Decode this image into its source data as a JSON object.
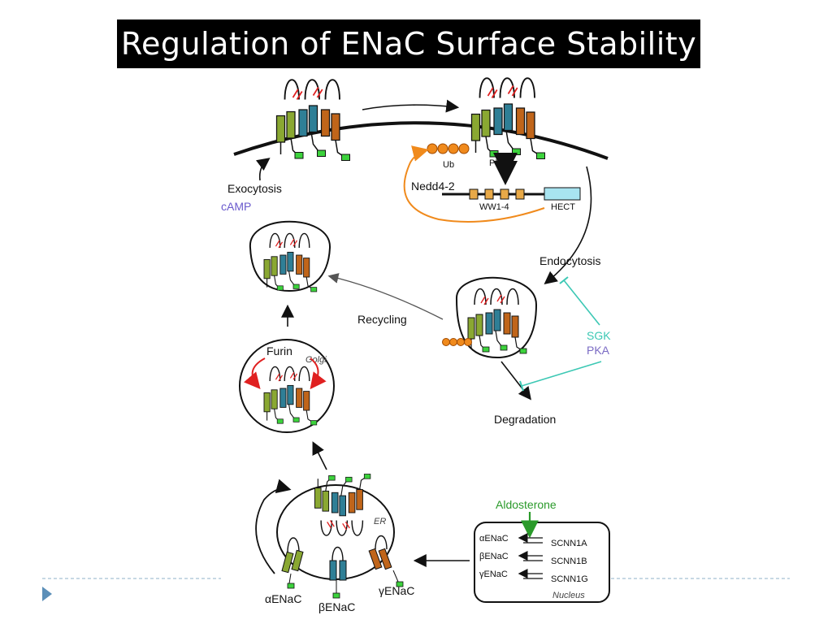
{
  "slide": {
    "title": "Regulation of ENaC Surface Stability"
  },
  "labels": {
    "exocytosis": "Exocytosis",
    "camp": "cAMP",
    "nedd4": "Nedd4-2",
    "ub": "Ub",
    "py": "PY",
    "ww": "WW1-4",
    "hect": "HECT",
    "endocytosis": "Endocytosis",
    "recycling": "Recycling",
    "sgk": "SGK",
    "pka": "PKA",
    "degradation": "Degradation",
    "furin": "Furin",
    "golgi": "Golgi",
    "er": "ER",
    "aldosterone": "Aldosterone",
    "nucleus": "Nucleus",
    "alpha_enac": "αENaC",
    "beta_enac": "βENaC",
    "gamma_enac": "γENaC"
  },
  "nucleus_genes": [
    {
      "protein": "αENaC",
      "gene": "SCNN1A"
    },
    {
      "protein": "βENaC",
      "gene": "SCNN1B"
    },
    {
      "protein": "γENaC",
      "gene": "SCNN1G"
    }
  ],
  "colors": {
    "alpha": "#8aa832",
    "beta": "#2f7f96",
    "gamma": "#c0651a",
    "ub": "#f08a1c",
    "hect": "#a8e4f0",
    "ww": "#e8a948",
    "inhibitor": "#3cc8b4",
    "pka": "#7b6bc4",
    "aldosterone": "#2a9a2a",
    "furin_arrow": "#e02020",
    "camp": "#6a5acd"
  }
}
